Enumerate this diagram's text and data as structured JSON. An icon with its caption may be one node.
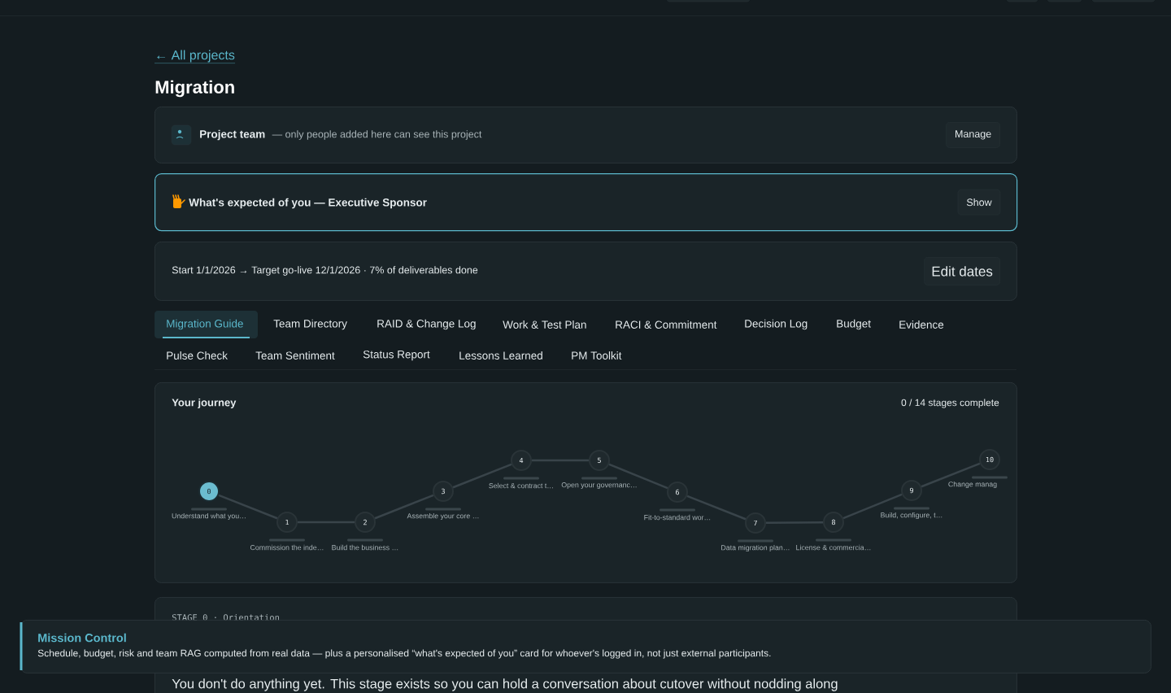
{
  "diagram": {
    "title": "Migration",
    "nodes": [
      {
        "text": [
          "Project team",
          "— only people added here can see this project"
        ]
      },
      {
        "text": [
          "Manage"
        ],
        "in": 0
      },
      {
        "text": [
          "What's expected of you — Executive Sponsor"
        ]
      },
      {
        "text": [
          "Show"
        ],
        "in": 2
      },
      {
        "text": [
          "Start 1/1/2026 → Target go-live 12/1/2026 · 7% of deliverables done"
        ]
      },
      {
        "text": [
          "Edit dates"
        ],
        "in": 4
      },
      {
        "text": [
          "Your journey",
          "0 / 14 stages complete"
        ]
      },
      {
        "text": [
          "0"
        ],
        "in": 6,
        "beside": [
          "Understand what you…"
        ]
      },
      {
        "text": [
          "1"
        ],
        "in": 6,
        "beside": [
          "Commission the inde…"
        ]
      },
      {
        "text": [
          "2"
        ],
        "in": 6,
        "beside": [
          "Build the business …"
        ]
      },
      {
        "text": [
          "3"
        ],
        "in": 6,
        "beside": [
          "Assemble your core …"
        ]
      },
      {
        "text": [
          "4"
        ],
        "in": 6,
        "beside": [
          "Select & contract t…"
        ]
      },
      {
        "text": [
          "5"
        ],
        "in": 6,
        "beside": [
          "Open your governanc…"
        ]
      },
      {
        "text": [
          "6"
        ],
        "in": 6,
        "beside": [
          "Fit-to-standard wor…"
        ]
      },
      {
        "text": [
          "7"
        ],
        "in": 6,
        "beside": [
          "Data migration plan…"
        ]
      },
      {
        "text": [
          "8"
        ],
        "in": 6,
        "beside": [
          "License & commercia…"
        ]
      },
      {
        "text": [
          "9"
        ],
        "in": 6,
        "beside": [
          "Build, configure, t…"
        ]
      },
      {
        "text": [
          "10"
        ],
        "in": 6,
        "beside": [
          "Change manag"
        ]
      },
      {
        "text": [
          "STAGE 0 · Orientation",
          "You don't do anything yet. This stage exists so you can hold a conversation about cutover without nodding along"
        ]
      },
      {
        "text": [
          "Mission Control",
          "Schedule, budget, risk and team RAG computed from real data — plus a personalised “what's expected of you” card for whoever's logged in, not just external participants."
        ]
      }
    ],
    "edges": [
      {
        "from": 7,
        "to": 8,
        "arrow": "none"
      },
      {
        "from": 8,
        "to": 9,
        "arrow": "none"
      },
      {
        "from": 9,
        "to": 10,
        "arrow": "none"
      },
      {
        "from": 10,
        "to": 11,
        "arrow": "none"
      },
      {
        "from": 11,
        "to": 12,
        "arrow": "none"
      },
      {
        "from": 12,
        "to": 13,
        "arrow": "none"
      },
      {
        "from": 13,
        "to": 14,
        "arrow": "none"
      },
      {
        "from": 14,
        "to": 15,
        "arrow": "none"
      },
      {
        "from": 15,
        "to": 16,
        "arrow": "none"
      },
      {
        "from": 16,
        "to": 17,
        "arrow": "none"
      }
    ],
    "labels": [
      "← All projects",
      "Migration Guide",
      "Team Directory",
      "RAID & Change Log",
      "Work & Test Plan",
      "RACI & Commitment",
      "Decision Log",
      "Budget",
      "Evidence",
      "Pulse Check",
      "Team Sentiment",
      "Status Report",
      "Lessons Learned",
      "PM Toolkit"
    ]
  }
}
